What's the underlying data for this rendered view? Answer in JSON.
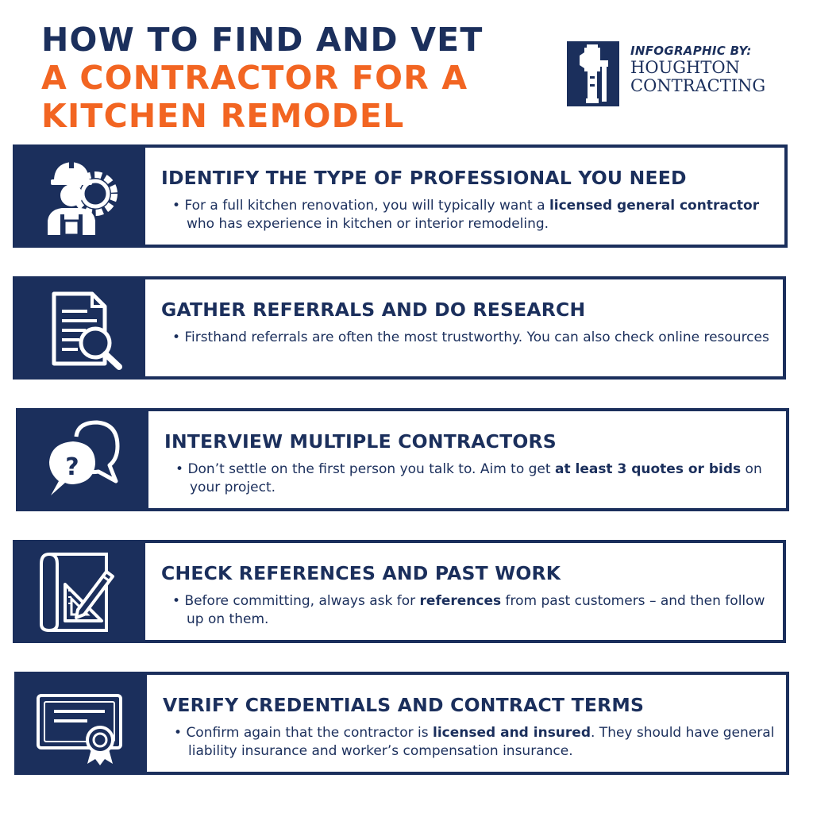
{
  "header": {
    "title_line1": "HOW TO FIND AND VET",
    "title_line2": "A CONTRACTOR FOR A",
    "title_line3": "KITCHEN REMODEL",
    "byline": "INFOGRAPHIC BY:",
    "brand_line1": "HOUGHTON",
    "brand_line2": "CONTRACTING",
    "logo_icon": "hammer-chisel-logo-icon"
  },
  "colors": {
    "navy": "#1b2f5c",
    "orange": "#f26522",
    "background": "#ffffff"
  },
  "steps": [
    {
      "icon": "construction-worker-gear-icon",
      "heading": "IDENTIFY THE TYPE OF PROFESSIONAL YOU NEED",
      "bullet": "•",
      "text_a": "For a full kitchen renovation, you will typically want a ",
      "bold": "licensed general contractor",
      "text_b": " who has experience in kitchen or interior remodeling."
    },
    {
      "icon": "document-magnifier-icon",
      "heading": "GATHER REFERRALS AND DO RESEARCH",
      "bullet": "•",
      "text_a": "Firsthand referrals are often the most trustworthy. You can also check online resources",
      "bold": "",
      "text_b": ""
    },
    {
      "icon": "speech-bubbles-question-icon",
      "heading": "INTERVIEW MULTIPLE CONTRACTORS",
      "bullet": "•",
      "text_a": "Don’t settle on the first person you talk to. Aim to get ",
      "bold": "at least 3 quotes or bids",
      "text_b": " on your project."
    },
    {
      "icon": "blueprint-triangle-pencil-icon",
      "heading": "CHECK REFERENCES AND PAST WORK",
      "bullet": "•",
      "text_a": "Before committing, always ask for ",
      "bold": "references",
      "text_b": " from past customers – and then follow up on them."
    },
    {
      "icon": "certificate-ribbon-icon",
      "heading": "VERIFY CREDENTIALS AND CONTRACT TERMS",
      "bullet": "•",
      "text_a": "Confirm again that the contractor is ",
      "bold": "licensed and insured",
      "text_b": ". They should have general liability insurance and worker’s compensation insurance."
    }
  ]
}
